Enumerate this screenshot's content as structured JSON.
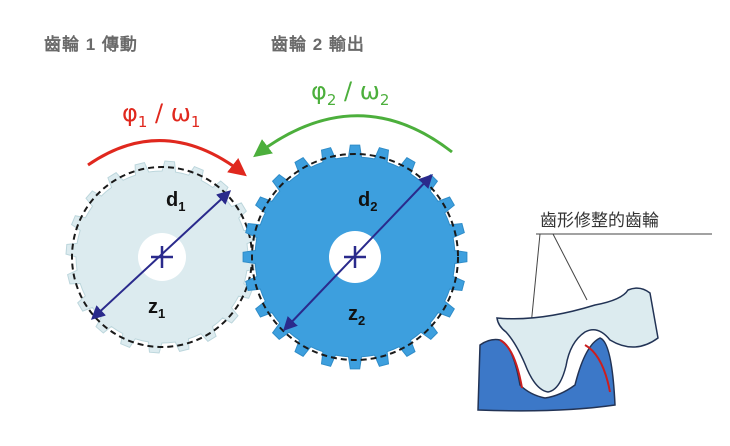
{
  "labels": {
    "gear1_title": "齒輪 1 傳動",
    "gear2_title": "齒輪 2 輸出",
    "callout": "齒形修整的齒輪",
    "arc1": {
      "phi": "φ",
      "omega": "ω",
      "sub": "1"
    },
    "arc2": {
      "phi": "φ",
      "omega": "ω",
      "sub": "2"
    },
    "d1": {
      "base": "d",
      "sub": "1"
    },
    "d2": {
      "base": "d",
      "sub": "2"
    },
    "z1": {
      "base": "z",
      "sub": "1"
    },
    "z2": {
      "base": "z",
      "sub": "2"
    }
  },
  "colors": {
    "gear1_fill": "#dcebef",
    "gear2_fill": "#3d9fde",
    "arrow1": "#e0281e",
    "arrow2": "#4caf3c",
    "diameter": "#2a2a8c",
    "title_gray": "#6a6a6a",
    "tooth_blue": "#3c78c8",
    "tooth_red": "#cc1e1e"
  }
}
